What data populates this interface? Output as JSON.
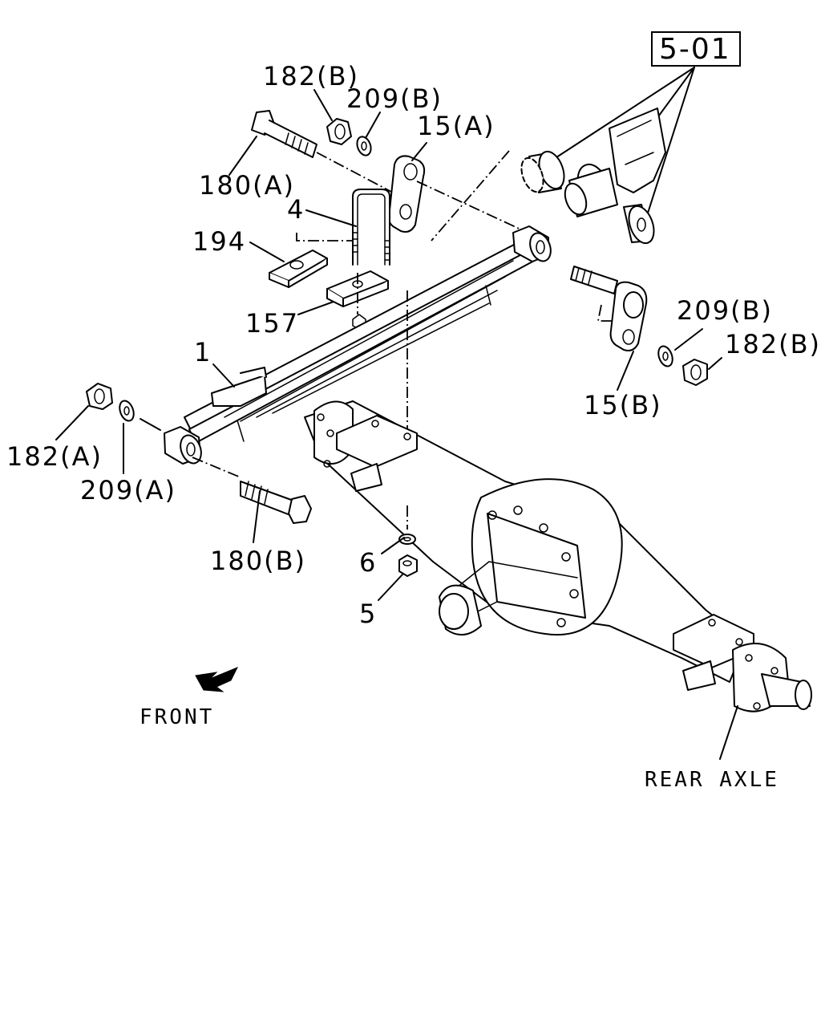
{
  "reference_box": "5-01",
  "labels": {
    "nut_182b_top": "182(B)",
    "washer_209b_top": "209(B)",
    "shackle_15a": "15(A)",
    "bolt_180a": "180(A)",
    "ubolt_4": "4",
    "spacer_194": "194",
    "seat_157": "157",
    "leaf_spring_1": "1",
    "washer_209b_right": "209(B)",
    "nut_182b_right": "182(B)",
    "shackle_15b": "15(B)",
    "nut_182a": "182(A)",
    "washer_209a": "209(A)",
    "bolt_180b": "180(B)",
    "washer_6": "6",
    "nut_5": "5"
  },
  "annotations": {
    "front": "FRONT",
    "rear_axle": "REAR AXLE"
  }
}
